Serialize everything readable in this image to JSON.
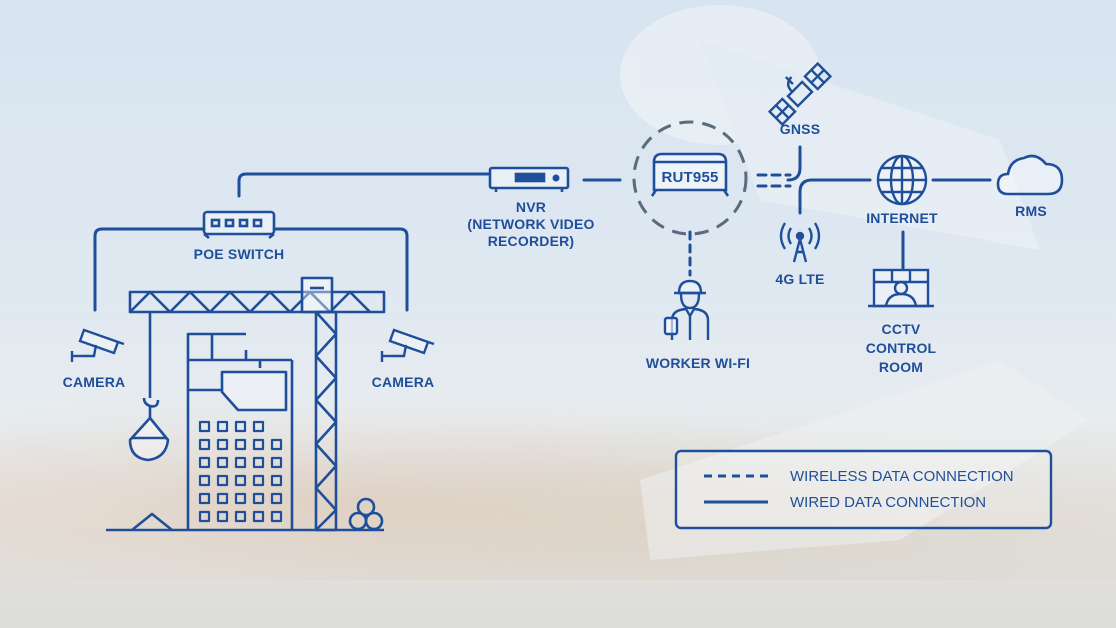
{
  "labels": {
    "poe_switch": "POE SWITCH",
    "camera_left": "CAMERA",
    "camera_right": "CAMERA",
    "nvr_line1": "NVR",
    "nvr_line2": "(NETWORK VIDEO",
    "nvr_line3": "RECORDER)",
    "router": "RUT955",
    "gnss": "GNSS",
    "lte": "4G LTE",
    "internet": "INTERNET",
    "rms": "RMS",
    "worker_wifi": "WORKER WI-FI",
    "cctv_line1": "CCTV",
    "cctv_line2": "CONTROL",
    "cctv_line3": "ROOM"
  },
  "legend": {
    "wireless": "WIRELESS DATA CONNECTION",
    "wired": "WIRED DATA CONNECTION"
  },
  "colors": {
    "primary": "#1f4f9a",
    "dashed_ring": "#5a6b80"
  }
}
